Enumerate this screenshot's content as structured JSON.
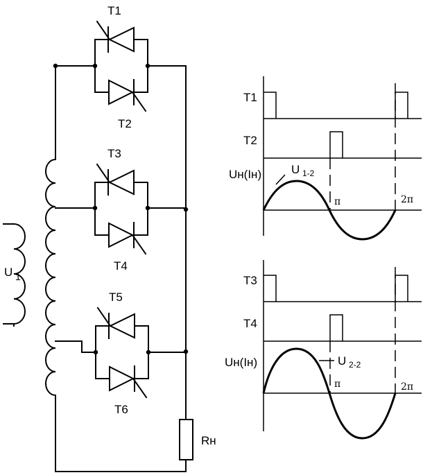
{
  "circuit": {
    "thyristor_labels": [
      "T1",
      "T2",
      "T3",
      "T4",
      "T5",
      "T6"
    ],
    "source_label": "U",
    "source_subscript": "1",
    "load_label": "Rн"
  },
  "graphs": {
    "top": {
      "pulse_label_1": "T1",
      "pulse_label_2": "T2",
      "wave_label": "Uн(Iн)",
      "curve_label": "U",
      "curve_subscript": "1-2",
      "pi_label": "π",
      "two_pi_label": "2π"
    },
    "bottom": {
      "pulse_label_1": "T3",
      "pulse_label_2": "T4",
      "wave_label": "Uн(Iн)",
      "curve_label": "U",
      "curve_subscript": "2-2",
      "pi_label": "π",
      "two_pi_label": "2π"
    }
  }
}
